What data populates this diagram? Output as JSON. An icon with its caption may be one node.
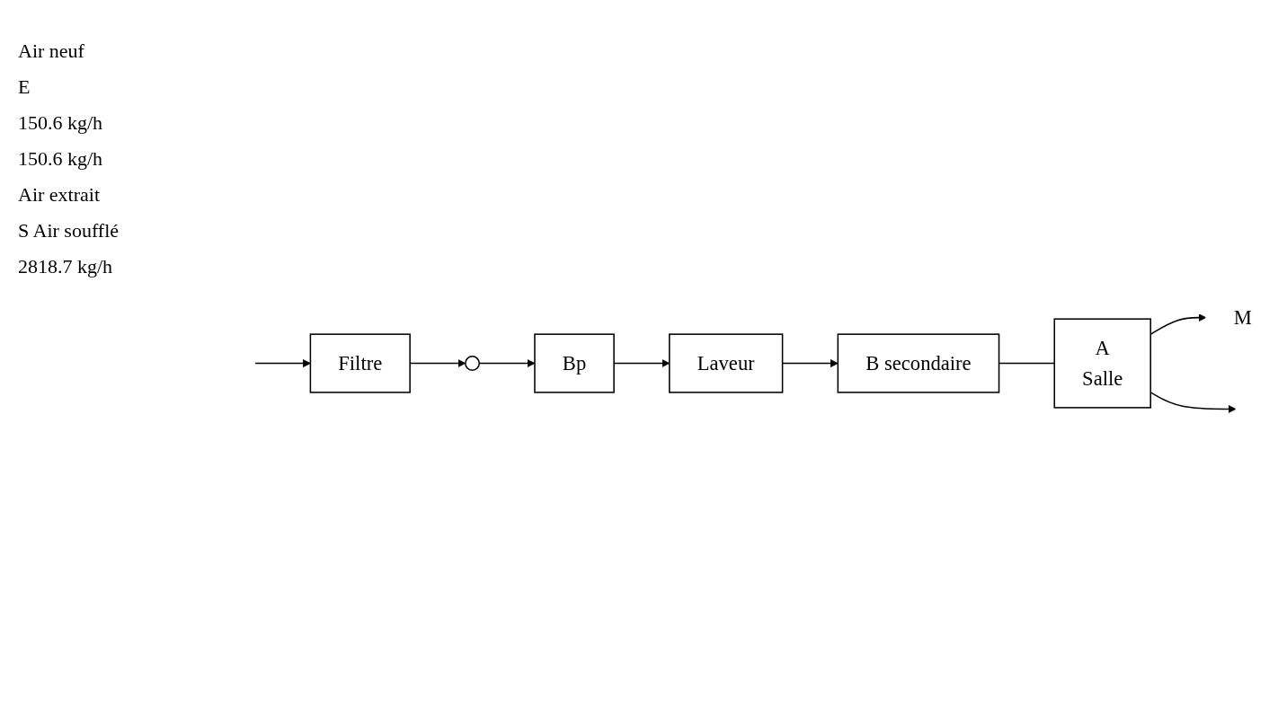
{
  "diagram": {
    "nodes": [
      {
        "text": [
          "M"
        ]
      },
      {
        "text": [
          "Filtre"
        ]
      },
      {
        "text": [],
        "shape": "circle"
      },
      {
        "text": [
          "Bp"
        ]
      },
      {
        "text": [
          "Laveur"
        ]
      },
      {
        "text": [
          "B secondaire"
        ]
      },
      {
        "text": [
          "A",
          "Salle"
        ]
      }
    ],
    "edges": [
      {
        "from": null,
        "to": 1,
        "arrow": "to"
      },
      {
        "from": 1,
        "to": 2,
        "arrow": "to"
      },
      {
        "from": 2,
        "to": 3,
        "arrow": "to"
      },
      {
        "from": 3,
        "to": 4,
        "arrow": "to"
      },
      {
        "from": 4,
        "to": 5,
        "arrow": "to"
      },
      {
        "from": 5,
        "to": 6,
        "arrow": "none"
      },
      {
        "from": 6,
        "to": 0,
        "arrow": "to"
      },
      {
        "from": 6,
        "to": null,
        "arrow": "to"
      }
    ],
    "labels": [
      "Air neuf",
      "E",
      "150.6 kg/h",
      "150.6 kg/h",
      "Air extrait",
      "S Air soufflé",
      "2818.7 kg/h"
    ]
  }
}
